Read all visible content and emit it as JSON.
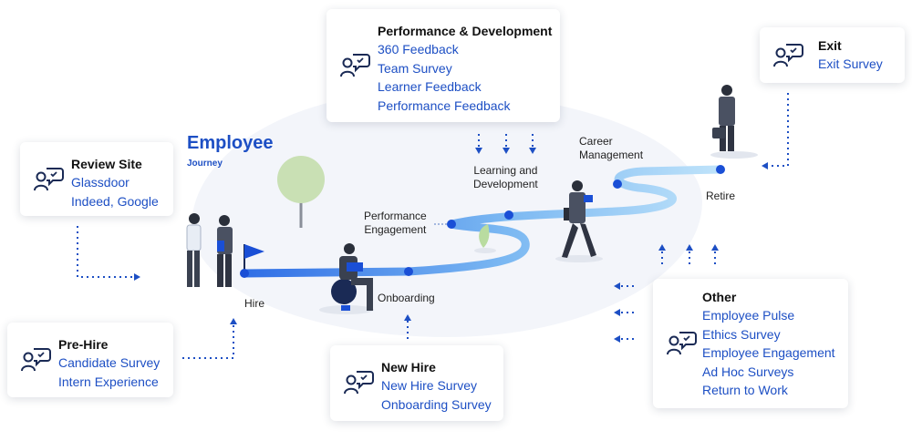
{
  "journey": {
    "title": "Employee",
    "subtitle": "Journey"
  },
  "stages": {
    "hire": "Hire",
    "onboarding": "Onboarding",
    "performance_engagement": [
      "Performance",
      "Engagement"
    ],
    "learning_development": [
      "Learning and",
      "Development"
    ],
    "career_management": [
      "Career",
      "Management"
    ],
    "retire": "Retire"
  },
  "cards": {
    "review_site": {
      "title": "Review Site",
      "items": [
        "Glassdoor",
        "Indeed, Google"
      ]
    },
    "pre_hire": {
      "title": "Pre-Hire",
      "items": [
        "Candidate Survey",
        "Intern Experience"
      ]
    },
    "new_hire": {
      "title": "New Hire",
      "items": [
        "New Hire Survey",
        "Onboarding Survey"
      ]
    },
    "performance_development": {
      "title": "Performance & Development",
      "items": [
        "360 Feedback",
        "Team Survey",
        "Learner Feedback",
        "Performance Feedback"
      ]
    },
    "exit": {
      "title": "Exit",
      "items": [
        "Exit Survey"
      ]
    },
    "other": {
      "title": "Other",
      "items": [
        "Employee Pulse",
        "Ethics Survey",
        "Employee Engagement",
        "Ad Hoc Surveys",
        "Return to Work"
      ]
    }
  },
  "colors": {
    "accent": "#1d4fc4",
    "path_light": "#b5dcf7",
    "path_dark": "#2f6ee6",
    "node": "#1a4fd6"
  },
  "icon": "feedback-chat-icon"
}
